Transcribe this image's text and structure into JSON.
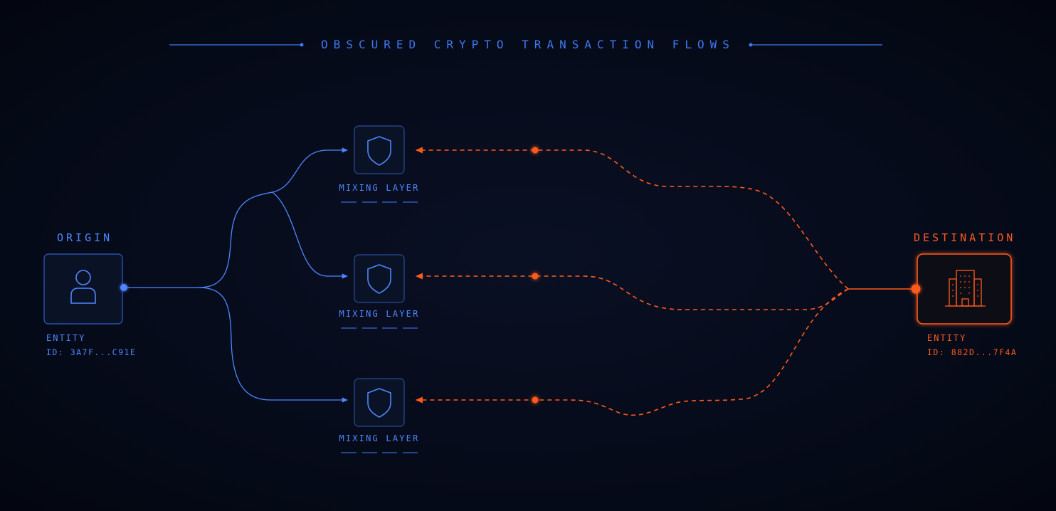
{
  "title": "OBSCURED CRYPTO TRANSACTION FLOWS",
  "origin": {
    "heading": "ORIGIN",
    "entity_label": "ENTITY",
    "entity_id": "ID: 3A7F...C91E",
    "icon": "person-icon"
  },
  "destination": {
    "heading": "DESTINATION",
    "entity_label": "ENTITY",
    "entity_id": "ID: 882D...7F4A",
    "icon": "building-icon"
  },
  "mixing_layers": [
    {
      "label": "MIXING LAYER",
      "icon": "shield-icon"
    },
    {
      "label": "MIXING LAYER",
      "icon": "shield-icon"
    },
    {
      "label": "MIXING LAYER",
      "icon": "shield-icon"
    }
  ],
  "colors": {
    "background": "#050a18",
    "origin_blue": "#4f86ff",
    "destination_orange": "#ff5a1a"
  }
}
